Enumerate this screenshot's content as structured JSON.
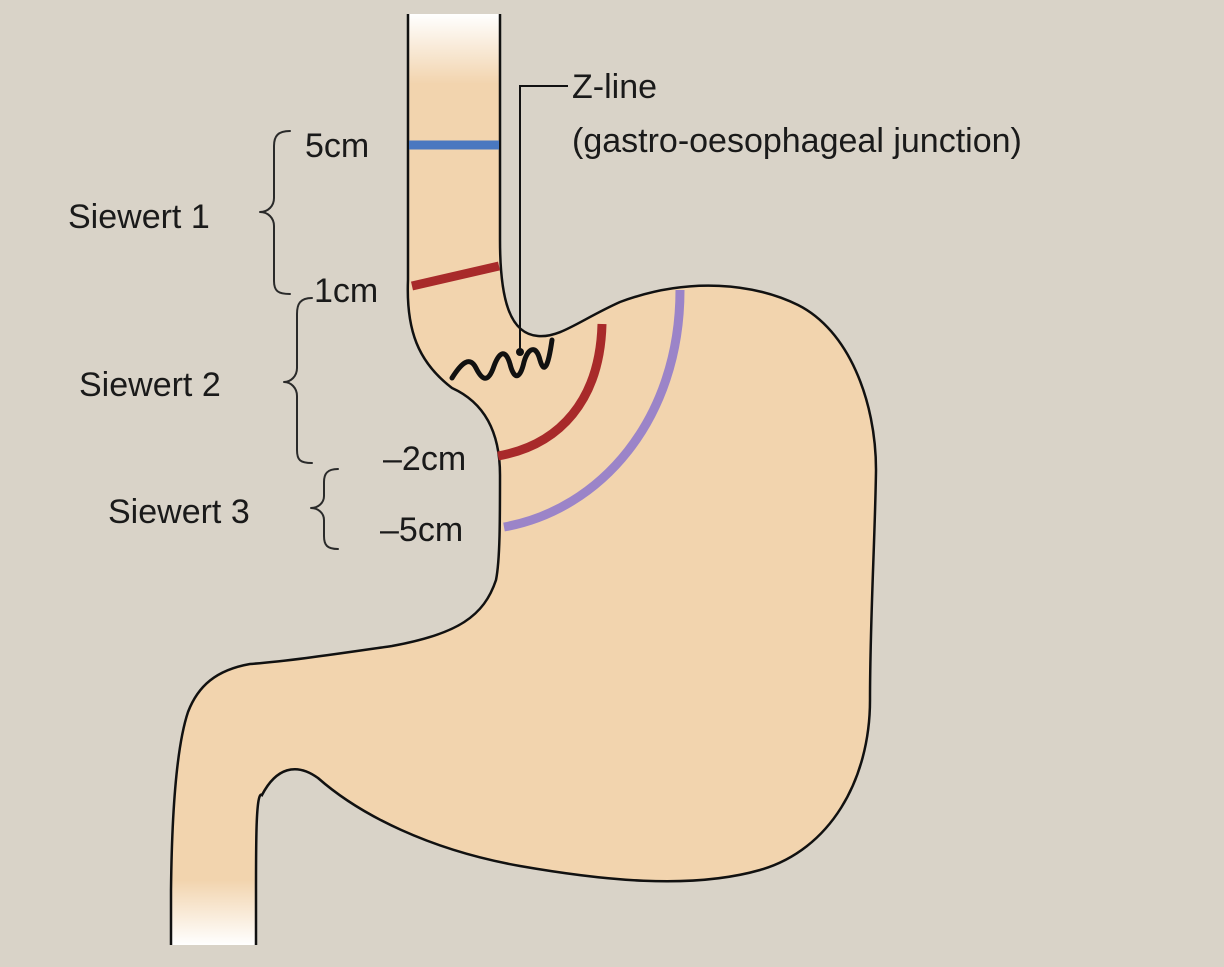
{
  "colors": {
    "background": "#d9d3c8",
    "tissue": "#f2d4ae",
    "outline": "#111111",
    "line_5cm": "#4a78c0",
    "line_1cm": "#a82a2a",
    "line_minus2cm": "#a82a2a",
    "line_minus5cm": "#9b84c8"
  },
  "z_line": {
    "title": "Z-line",
    "subtitle": "(gastro-oesophageal junction)"
  },
  "markers": {
    "m5": "5cm",
    "m1": "1cm",
    "m_minus2": "–2cm",
    "m_minus5": "–5cm"
  },
  "types": {
    "s1": "Siewert 1",
    "s2": "Siewert 2",
    "s3": "Siewert 3"
  }
}
